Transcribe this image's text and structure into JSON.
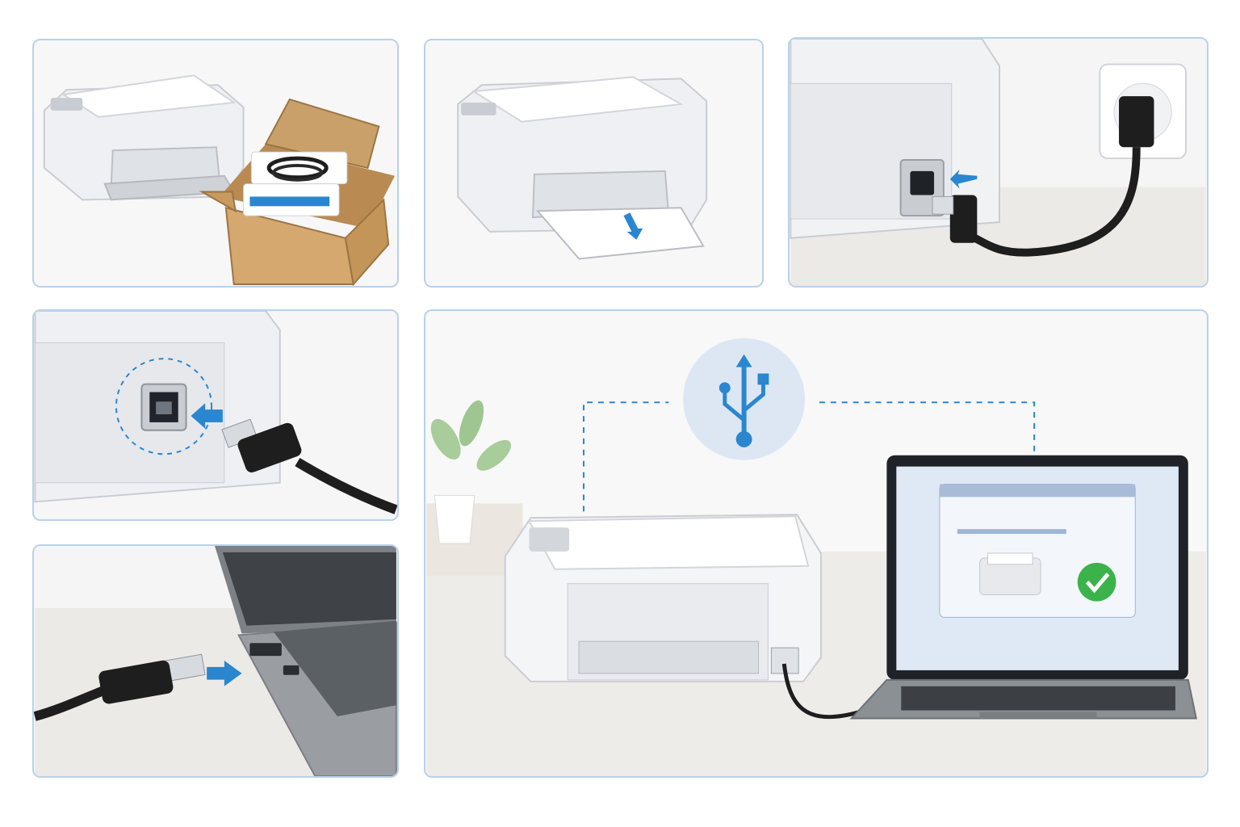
{
  "colors": {
    "panel_border": "#b9d1ea",
    "accent_blue": "#2a86cf",
    "success_green": "#3bb34a",
    "printer_body": "#f4f5f7",
    "cable": "#1e1e1e",
    "box_cardboard": "#c99a60"
  },
  "steps": [
    {
      "name": "unbox-printer",
      "icons": [
        "printer-icon",
        "shipping-box-icon",
        "cable-icon"
      ]
    },
    {
      "name": "load-paper",
      "icons": [
        "printer-icon",
        "paper-sheet-icon",
        "arrow-down-icon"
      ]
    },
    {
      "name": "plug-in-power",
      "icons": [
        "power-outlet-icon",
        "power-plug-icon",
        "arrow-left-icon"
      ]
    },
    {
      "name": "connect-usb-to-printer",
      "icons": [
        "usb-b-port-icon",
        "usb-cable-icon",
        "arrow-left-icon"
      ]
    },
    {
      "name": "connect-usb-to-laptop",
      "icons": [
        "laptop-icon",
        "usb-a-plug-icon",
        "arrow-right-icon"
      ]
    },
    {
      "name": "printer-connected",
      "icons": [
        "usb-icon",
        "printer-icon",
        "laptop-icon",
        "checkmark-icon",
        "plant-icon"
      ]
    }
  ]
}
